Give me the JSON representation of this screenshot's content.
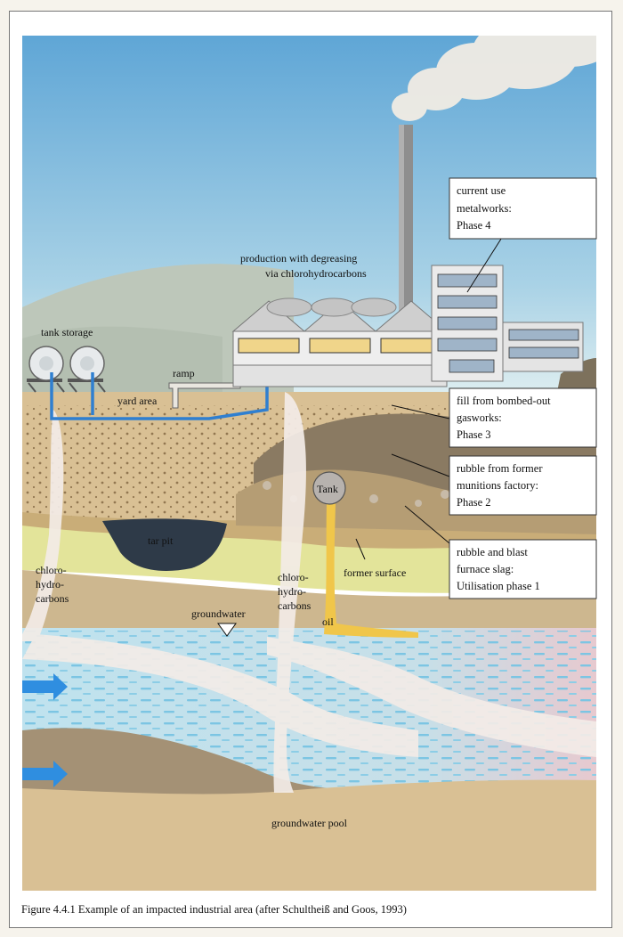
{
  "labels": {
    "tank_storage": "tank storage",
    "ramp": "ramp",
    "yard_area": "yard area",
    "production_line1": "production with degreasing",
    "production_line2": "via chlorohydrocarbons",
    "tank": "Tank",
    "tar_pit": "tar pit",
    "chloro_left": [
      "chloro-",
      "hydro-",
      "carbons"
    ],
    "chloro_center": [
      "chloro-",
      "hydro-",
      "carbons"
    ],
    "former_surface": "former surface",
    "oil": "oil",
    "groundwater": "groundwater",
    "groundwater_pool": "groundwater pool"
  },
  "callouts": {
    "phase4": [
      "current use",
      "metalworks:",
      "Phase 4"
    ],
    "phase3": [
      "fill from bombed-out",
      "gasworks:",
      "Phase 3"
    ],
    "phase2": [
      "rubble from former",
      "munitions factory:",
      "Phase 2"
    ],
    "phase1": [
      "rubble and blast",
      "furnace slag:",
      "Utilisation phase 1"
    ]
  },
  "caption": "Figure 4.4.1 Example of an impacted industrial area (after Schultheiß and Goos, 1993)",
  "colors": {
    "sky_top": "#5fa6d6",
    "sky_bottom": "#d7ecf2",
    "fill_soil": "#d9c094",
    "dark_fill": "#8a7a62",
    "yellow_layer": "#e3e49a",
    "groundwater": "#bfe0ea",
    "tar": "#2e3a48",
    "contaminant": "#f2e9e4",
    "oil": "#f0c64a",
    "pipe": "#2f7fd0",
    "flow_arrow": "#2f8ee0"
  }
}
